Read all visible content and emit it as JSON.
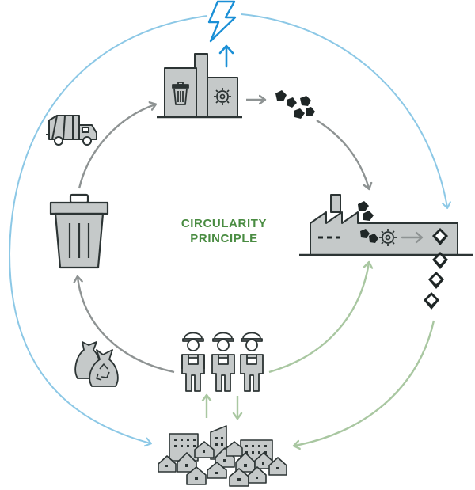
{
  "title": {
    "line1": "CIRCULARITY",
    "line2": "PRINCIPLE"
  },
  "colors": {
    "outer_arrow": "#8cc8e6",
    "gray_arrow": "#8e9393",
    "green_arrow": "#a9c7a1",
    "energy": "#1a8fd6",
    "title": "#4a8c42",
    "icon_fill": "#c5c9c9",
    "icon_stroke": "#2c3434",
    "dark": "#1f2626"
  },
  "nodes": [
    {
      "id": "waste-to-energy-plant",
      "icon": "factory-with-bin-and-gear-icon"
    },
    {
      "id": "energy",
      "icon": "lightning-bolt-icon"
    },
    {
      "id": "garbage-truck",
      "icon": "garbage-truck-icon"
    },
    {
      "id": "waste-bin",
      "icon": "trash-bin-icon"
    },
    {
      "id": "manufacturing-plant",
      "icon": "factory-with-gear-icon"
    },
    {
      "id": "raw-materials",
      "icon": "coal-lumps-icon"
    },
    {
      "id": "products",
      "icon": "diamond-blocks-icon"
    },
    {
      "id": "workers",
      "icon": "workers-with-hardhats-icon"
    },
    {
      "id": "recycling-bags",
      "icon": "recycling-bags-icon"
    },
    {
      "id": "city",
      "icon": "city-buildings-icon"
    }
  ]
}
